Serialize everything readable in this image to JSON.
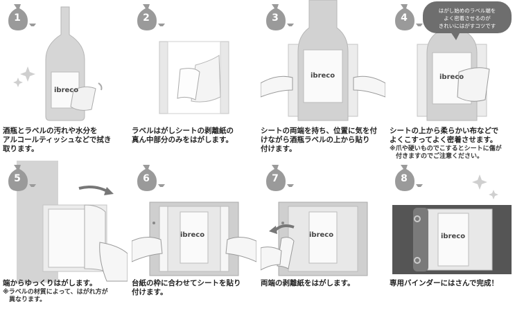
{
  "steps": [
    {
      "number": "1",
      "caption": "酒瓶とラベルの汚れや水分を\nアルコールティッシュなどで拭き\n取ります。",
      "note": ""
    },
    {
      "number": "2",
      "caption": "ラベルはがしシートの剥離紙の\n真ん中部分のみをはがします。",
      "note": ""
    },
    {
      "number": "3",
      "caption": "シートの両端を持ち、位置に気を付\nけながら酒瓶ラベルの上から貼り\n付けます。",
      "note": ""
    },
    {
      "number": "4",
      "caption": "シートの上から柔らかい布などで\nよくこすってよく密着させます。",
      "note": "※爪や硬いものでこするとシートに傷が\n　付きますのでご注意ください。",
      "bubble": "はがし始めのラベル端を\nよく密着させるのが\nきれいにはがすコツです"
    },
    {
      "number": "5",
      "caption": "端からゆっくりはがします。",
      "note": "※ラベルの材質によって、はがれ方が\n　異なります。"
    },
    {
      "number": "6",
      "caption": "台紙の枠に合わせてシートを貼り\n付けます。",
      "note": ""
    },
    {
      "number": "7",
      "caption": "両端の剥離紙をはがします。",
      "note": ""
    },
    {
      "number": "8",
      "caption": "専用バインダーにはさんで完成！",
      "note": ""
    }
  ],
  "logo_text": "ibreco",
  "colors": {
    "badge": "#9a9a9a",
    "bubble": "#6e6e6e",
    "bottle": "#d4d4d4",
    "sheet": "#e6e6e6",
    "binder": "#555555"
  }
}
